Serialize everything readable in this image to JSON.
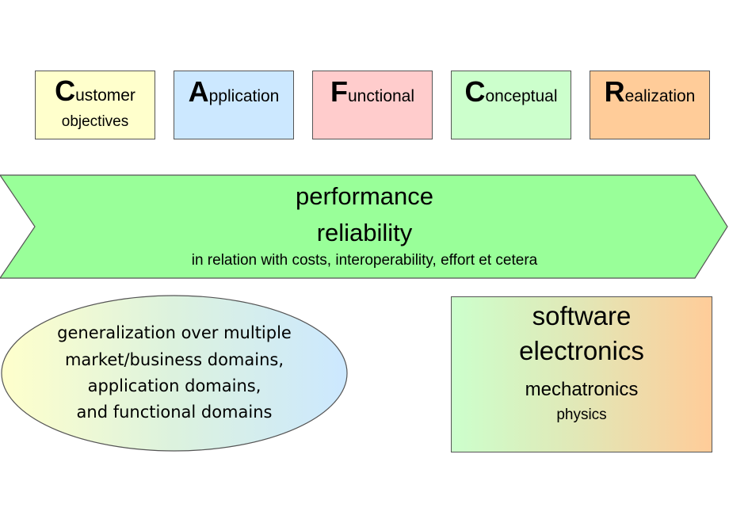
{
  "views": [
    {
      "cap": "C",
      "rest": "ustomer",
      "line2": "objectives",
      "color": "#ffffcc"
    },
    {
      "cap": "A",
      "rest": "pplication",
      "line2": "",
      "color": "#cce8ff"
    },
    {
      "cap": "F",
      "rest": "unctional",
      "line2": "",
      "color": "#ffcccc"
    },
    {
      "cap": "C",
      "rest": "onceptual",
      "line2": "",
      "color": "#ccffcc"
    },
    {
      "cap": "R",
      "rest": "ealization",
      "line2": "",
      "color": "#ffcc99"
    }
  ],
  "banner": {
    "line1": "performance",
    "line2": "reliability",
    "line3": "in relation with costs, interoperability, effort et cetera",
    "color": "#99ff99"
  },
  "generalization": {
    "lines": [
      "generalization over multiple",
      "market/business domains,",
      "application domains,",
      "and functional domains"
    ]
  },
  "technologies": {
    "line1": "software",
    "line2": "electronics",
    "line3": "mechatronics",
    "line4": "physics"
  }
}
